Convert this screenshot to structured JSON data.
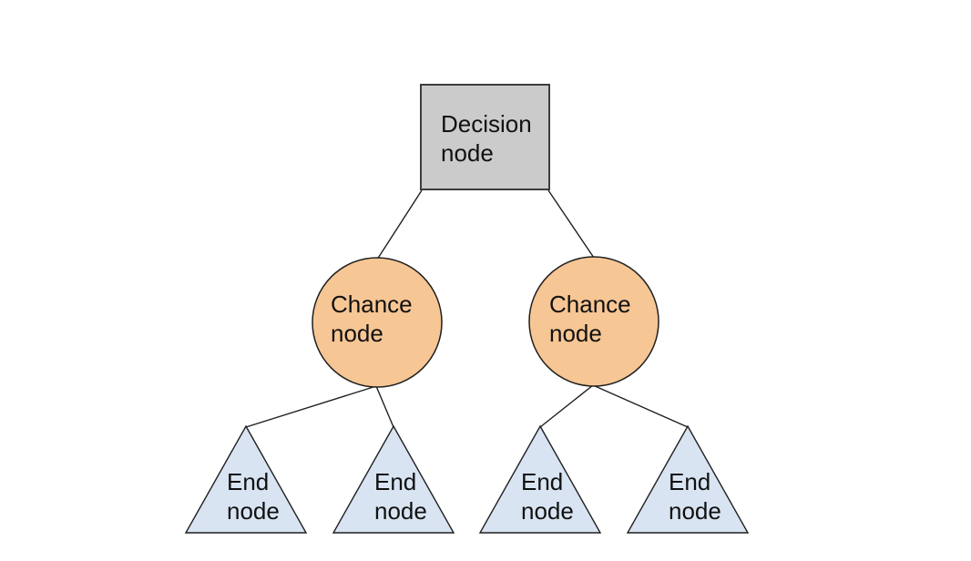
{
  "background": "#ffffff",
  "colors": {
    "decision_fill": "#cbcbcb",
    "decision_stroke": "#3d3d3d",
    "chance_fill": "#f6c694",
    "end_fill": "#d8e4f2",
    "shape_stroke": "#1f1f1f",
    "edge_stroke": "#1f1f1f",
    "text": "#111111"
  },
  "nodes": {
    "decision": {
      "shape": "square",
      "line1": "Decision",
      "line2": "node"
    },
    "chance_left": {
      "shape": "circle",
      "line1": "Chance",
      "line2": "node"
    },
    "chance_right": {
      "shape": "circle",
      "line1": "Chance",
      "line2": "node"
    },
    "end_1": {
      "shape": "triangle",
      "line1": "End",
      "line2": "node"
    },
    "end_2": {
      "shape": "triangle",
      "line1": "End",
      "line2": "node"
    },
    "end_3": {
      "shape": "triangle",
      "line1": "End",
      "line2": "node"
    },
    "end_4": {
      "shape": "triangle",
      "line1": "End",
      "line2": "node"
    }
  }
}
